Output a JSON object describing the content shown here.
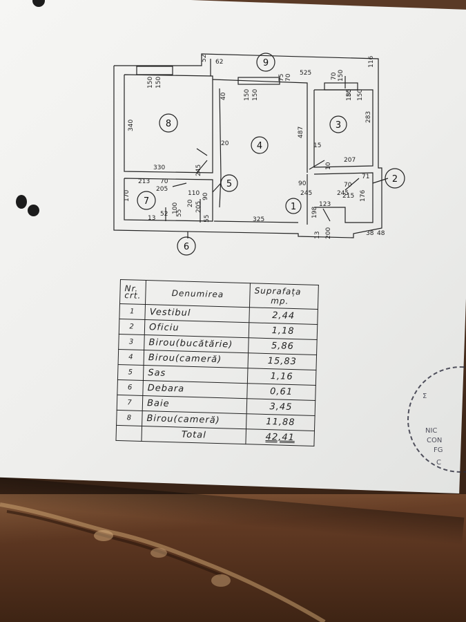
{
  "plan": {
    "room_markers": [
      "1",
      "2",
      "3",
      "4",
      "5",
      "6",
      "7",
      "8",
      "9"
    ],
    "dimensions": [
      "52",
      "62",
      "116",
      "525",
      "150",
      "150",
      "75",
      "70",
      "70",
      "150",
      "150",
      "150",
      "150",
      "85",
      "150",
      "40",
      "340",
      "283",
      "487",
      "15",
      "20",
      "330",
      "245",
      "207",
      "10",
      "90",
      "71",
      "70",
      "245",
      "213",
      "70",
      "205",
      "110",
      "90",
      "245",
      "123",
      "170",
      "20",
      "205",
      "100",
      "198",
      "176",
      "215",
      "13",
      "52",
      "55",
      "55",
      "325",
      "13",
      "200",
      "38",
      "48"
    ]
  },
  "table": {
    "headers": {
      "nr": [
        "Nr.",
        "crt."
      ],
      "name": "Denumirea",
      "area": [
        "Suprafața",
        "mp."
      ]
    },
    "rows": [
      {
        "nr": "1",
        "name": "Vestibul",
        "area": "2,44"
      },
      {
        "nr": "2",
        "name": "Oficiu",
        "area": "1,18"
      },
      {
        "nr": "3",
        "name": "Birou(bucătărie)",
        "area": "5,86"
      },
      {
        "nr": "4",
        "name": "Birou(cameră)",
        "area": "15,83"
      },
      {
        "nr": "5",
        "name": "Sas",
        "area": "1,16"
      },
      {
        "nr": "6",
        "name": "Debara",
        "area": "0,61"
      },
      {
        "nr": "7",
        "name": "Baie",
        "area": "3,45"
      },
      {
        "nr": "8",
        "name": "Birou(cameră)",
        "area": "11,88"
      }
    ],
    "total": {
      "label": "Total",
      "area": "42,41"
    }
  },
  "stamp": {
    "lines": [
      "Σ",
      "NIC",
      "CON",
      "FG",
      "C"
    ]
  },
  "colors": {
    "paper": "#f1f1ef",
    "ink": "#222222",
    "desk": "#5a3520"
  }
}
